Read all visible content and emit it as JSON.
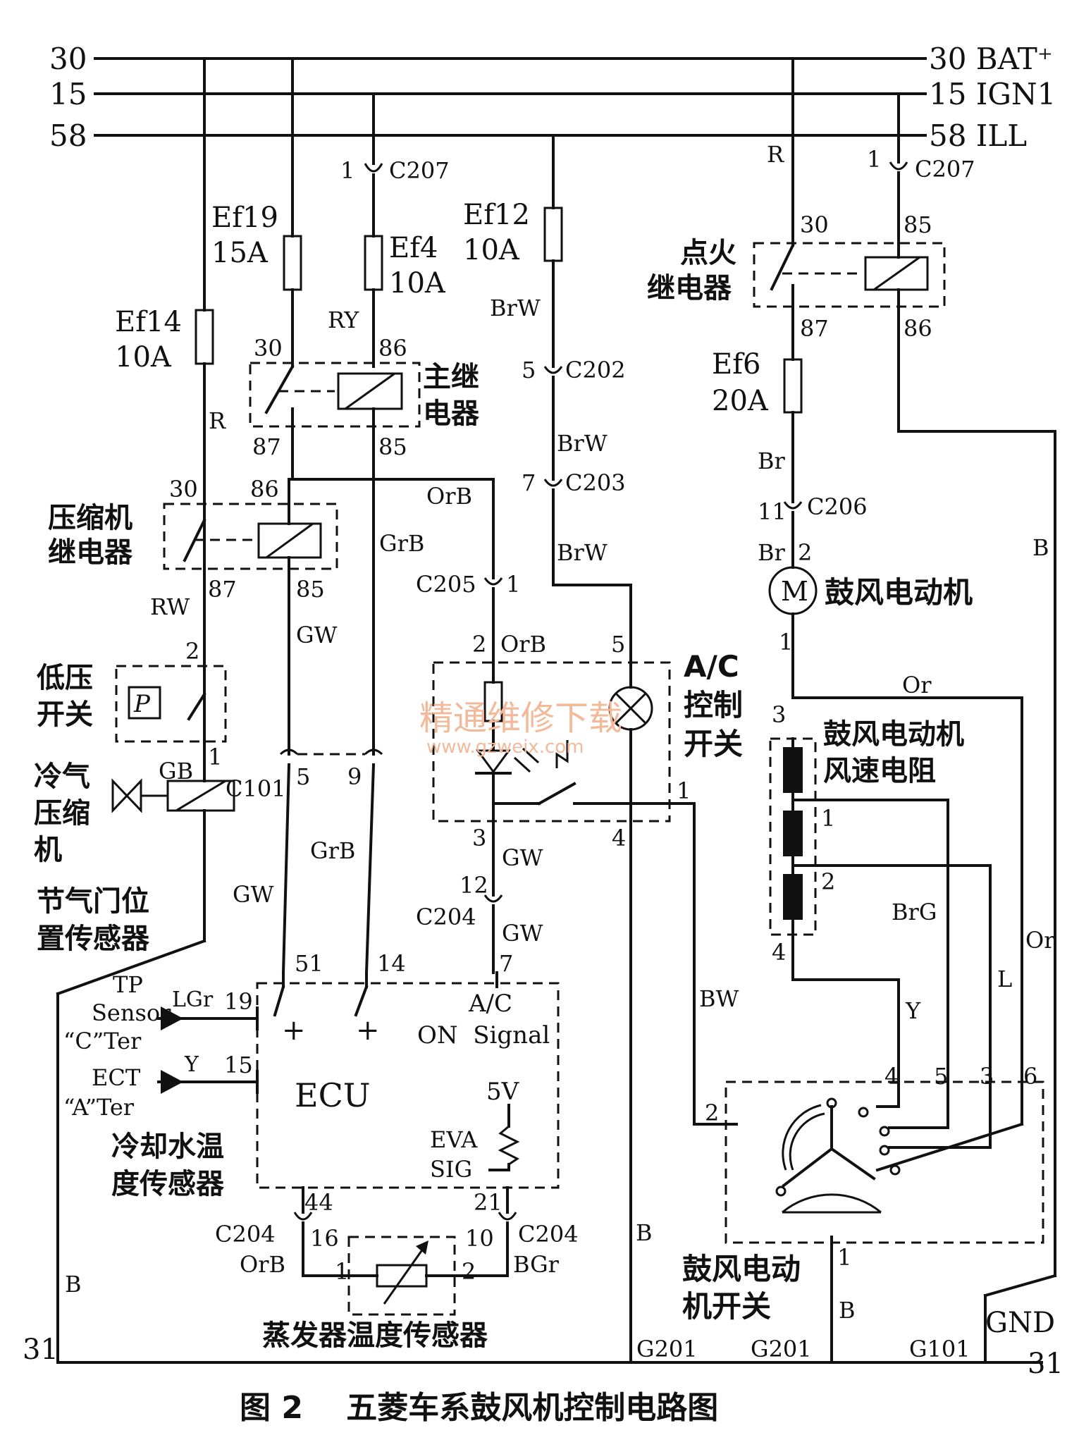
{
  "bus": {
    "left": [
      "30",
      "15",
      "58"
    ],
    "right": [
      "30 BAT⁺",
      "15 IGN1",
      "58 ILL"
    ],
    "ground_left": "31",
    "ground_right": "31",
    "gnd": "GND"
  },
  "components": {
    "ef14": [
      "Ef14",
      "10A"
    ],
    "ef19": [
      "Ef19",
      "15A"
    ],
    "ef4": [
      "Ef4",
      "10A"
    ],
    "ef12": [
      "Ef12",
      "10A"
    ],
    "ef6": [
      "Ef6",
      "20A"
    ],
    "main_relay": [
      "主继",
      "电器"
    ],
    "ign_relay": [
      "点火",
      "继电器"
    ],
    "comp_relay": [
      "压缩机",
      "继电器"
    ],
    "low_pressure": [
      "低压",
      "开关"
    ],
    "compressor": [
      "冷气",
      "压缩",
      "机"
    ],
    "tps": [
      "节气门位",
      "置传感器"
    ],
    "coolant": [
      "冷却水温",
      "度传感器"
    ],
    "evap_sensor": "蒸发器温度传感器",
    "blower_motor": "鼓风电动机",
    "resistor": [
      "鼓风电动机",
      "风速电阻"
    ],
    "blower_switch": [
      "鼓风电动",
      "机开关"
    ],
    "ac_switch": [
      "A/C",
      "控制",
      "开关"
    ],
    "motor_symbol": "M",
    "pressure_symbol": "P"
  },
  "ecu": {
    "name": "ECU",
    "ac_signal": [
      "A/C",
      "ON  Signal"
    ],
    "v5": "5V",
    "eva": [
      "EVA",
      "SIG"
    ],
    "tp_input": [
      "TP",
      "Sensor",
      "“C”Ter"
    ],
    "ect_input": [
      "ECT",
      "“A”Ter"
    ],
    "plus": "+"
  },
  "connectors": {
    "c207": "C207",
    "c202": "C202",
    "c203": "C203",
    "c206": "C206",
    "c205": "C205",
    "c204": "C204",
    "c101": "C101"
  },
  "wires": {
    "R": "R",
    "RY": "RY",
    "RW": "RW",
    "GW": "GW",
    "GrB": "GrB",
    "OrB": "OrB",
    "BrW": "BrW",
    "Br": "Br",
    "Or": "Or",
    "BrG": "BrG",
    "L": "L",
    "Y": "Y",
    "BW": "BW",
    "B": "B",
    "GB": "GB",
    "LGr": "LGr",
    "BGr": "BGr"
  },
  "pins": {
    "p1": "1",
    "p2": "2",
    "p3": "3",
    "p4": "4",
    "p5": "5",
    "p6": "6",
    "p7": "7",
    "p9": "9",
    "p10": "10",
    "p11": "11",
    "p12": "12",
    "p14": "14",
    "p15": "15",
    "p16": "16",
    "p19": "19",
    "p21": "21",
    "p30": "30",
    "p44": "44",
    "p51": "51",
    "p85": "85",
    "p86": "86",
    "p87": "87"
  },
  "grounds": [
    "G201",
    "G201",
    "G101"
  ],
  "watermark": [
    "精通维修下载",
    "www.gzweix.com"
  ],
  "caption": "图 2    五菱车系鼓风机控制电路图"
}
